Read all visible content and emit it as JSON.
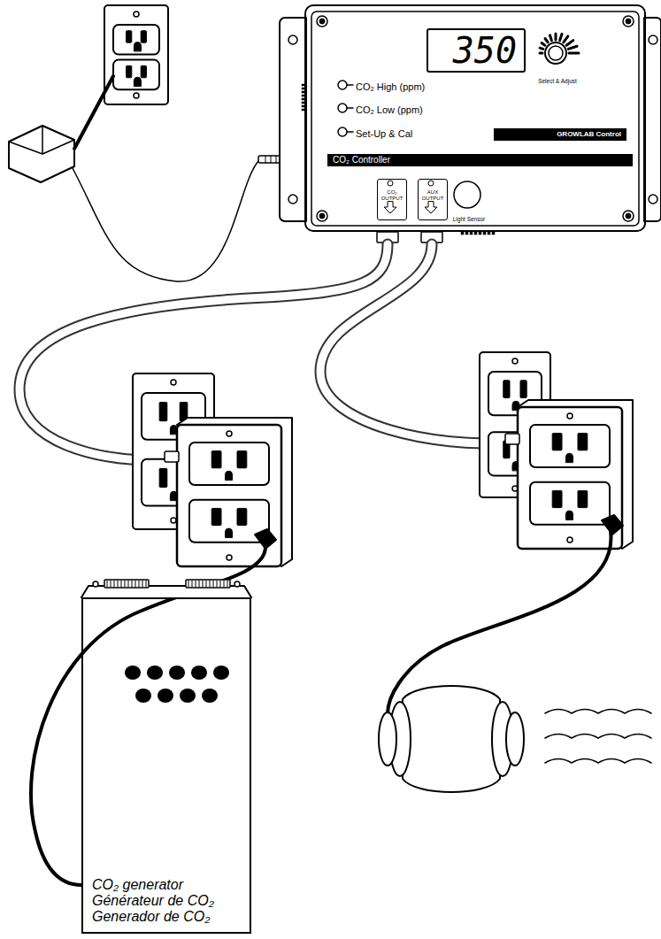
{
  "diagram": {
    "nodes": [
      {
        "text": [
          "CO₂ High (ppm)",
          "CO₂ Low (ppm)",
          "Set-Up & Cal",
          "Select & Adjust",
          "Light Sensor"
        ]
      },
      {
        "text": [
          "350"
        ],
        "in": 0
      },
      {
        "text": [
          "GROWLAB Control"
        ],
        "in": 0
      },
      {
        "text": [
          "CO₂ Controller"
        ],
        "in": 0
      },
      {
        "text": [
          "CO₂ OUTPUT"
        ],
        "in": 0
      },
      {
        "text": [
          "AUX OUTPUT"
        ],
        "in": 0
      },
      {
        "text": [
          "CO₂ generator",
          "Générateur de CO₂",
          "Generador de CO₂"
        ]
      }
    ]
  }
}
